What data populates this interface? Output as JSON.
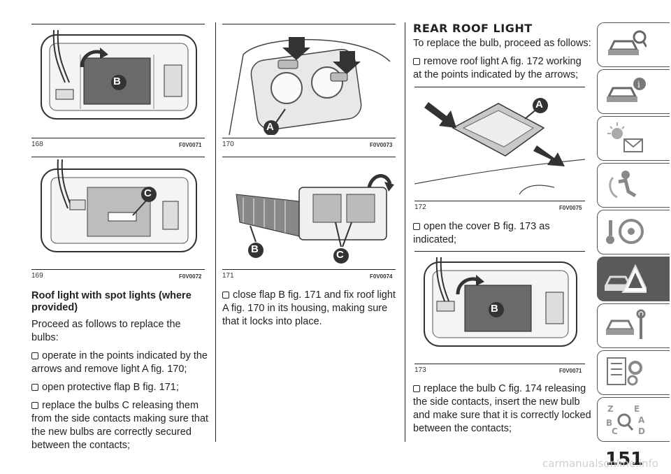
{
  "figures": [
    {
      "num": "168",
      "code": "F0V0071"
    },
    {
      "num": "169",
      "code": "F0V0072"
    },
    {
      "num": "170",
      "code": "F0V0073"
    },
    {
      "num": "171",
      "code": "F0V0074"
    },
    {
      "num": "172",
      "code": "F0V0075"
    },
    {
      "num": "173",
      "code": "F0V0071"
    }
  ],
  "callouts": {
    "a": "A",
    "b": "B",
    "c": "C"
  },
  "col1": {
    "heading": "Roof light with spot lights (where provided)",
    "intro": "Proceed as follows to replace the bulbs:",
    "steps": [
      "operate in the points indicated by the arrows and remove light A fig. 170;",
      "open protective flap B fig. 171;",
      "replace the bulbs C releasing them from the side contacts making sure that the new bulbs are correctly secured between the contacts;"
    ]
  },
  "col2": {
    "steps": [
      "close flap B fig. 171 and fix roof light A fig. 170 in its housing, making sure that it locks into place."
    ]
  },
  "col3": {
    "heading": "REAR ROOF LIGHT",
    "intro": "To replace the bulb, proceed as follows:",
    "step1": "remove roof light A fig. 172 working at the points indicated by the arrows;",
    "step2": "open the cover B fig. 173 as indicated;",
    "step3": "replace the bulb C fig. 174 releasing the side contacts, insert the new bulb and make sure that it is correctly locked between the contacts;"
  },
  "page_number": "151",
  "watermark": "carmanualsonline.info",
  "tabs": [
    {
      "icon": "car-search-icon",
      "active": false
    },
    {
      "icon": "car-info-icon",
      "active": false
    },
    {
      "icon": "warning-lights-message-icon",
      "active": false
    },
    {
      "icon": "airbag-seat-icon",
      "active": false
    },
    {
      "icon": "key-steering-wheel-icon",
      "active": false
    },
    {
      "icon": "car-breakdown-triangle-icon",
      "active": true
    },
    {
      "icon": "car-maintenance-wrench-icon",
      "active": false
    },
    {
      "icon": "specs-gear-icon",
      "active": false
    },
    {
      "icon": "index-search-icon",
      "active": false
    }
  ]
}
